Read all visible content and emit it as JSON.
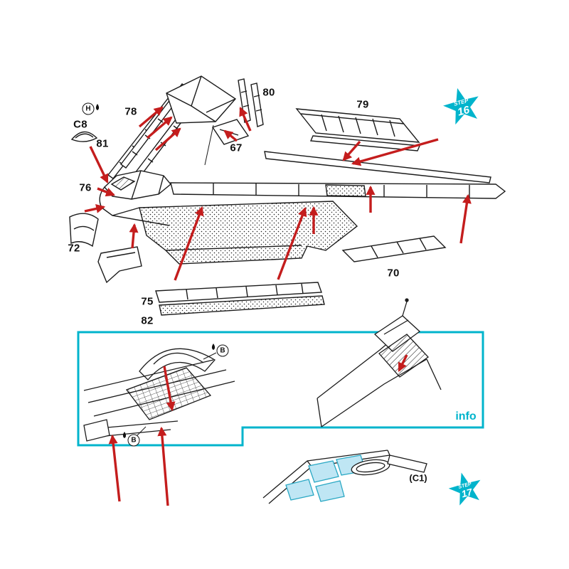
{
  "colors": {
    "accent": "#00b4cc",
    "arrow": "#c41d1d",
    "line": "#1b1b1b",
    "window_fill": "#bfe6f4"
  },
  "step_badges": [
    {
      "label": "STEP",
      "number": "16"
    },
    {
      "label": "STEP",
      "number": "17"
    }
  ],
  "info_label": "info",
  "part_labels": [
    {
      "text": "78"
    },
    {
      "text": "80"
    },
    {
      "text": "79"
    },
    {
      "text": "67"
    },
    {
      "text": "81"
    },
    {
      "text": "C8"
    },
    {
      "text": "76"
    },
    {
      "text": "72"
    },
    {
      "text": "70"
    },
    {
      "text": "75"
    },
    {
      "text": "82"
    }
  ],
  "callouts": {
    "h": "H",
    "b": "B"
  },
  "annotations": {
    "c1": "(C1)"
  }
}
